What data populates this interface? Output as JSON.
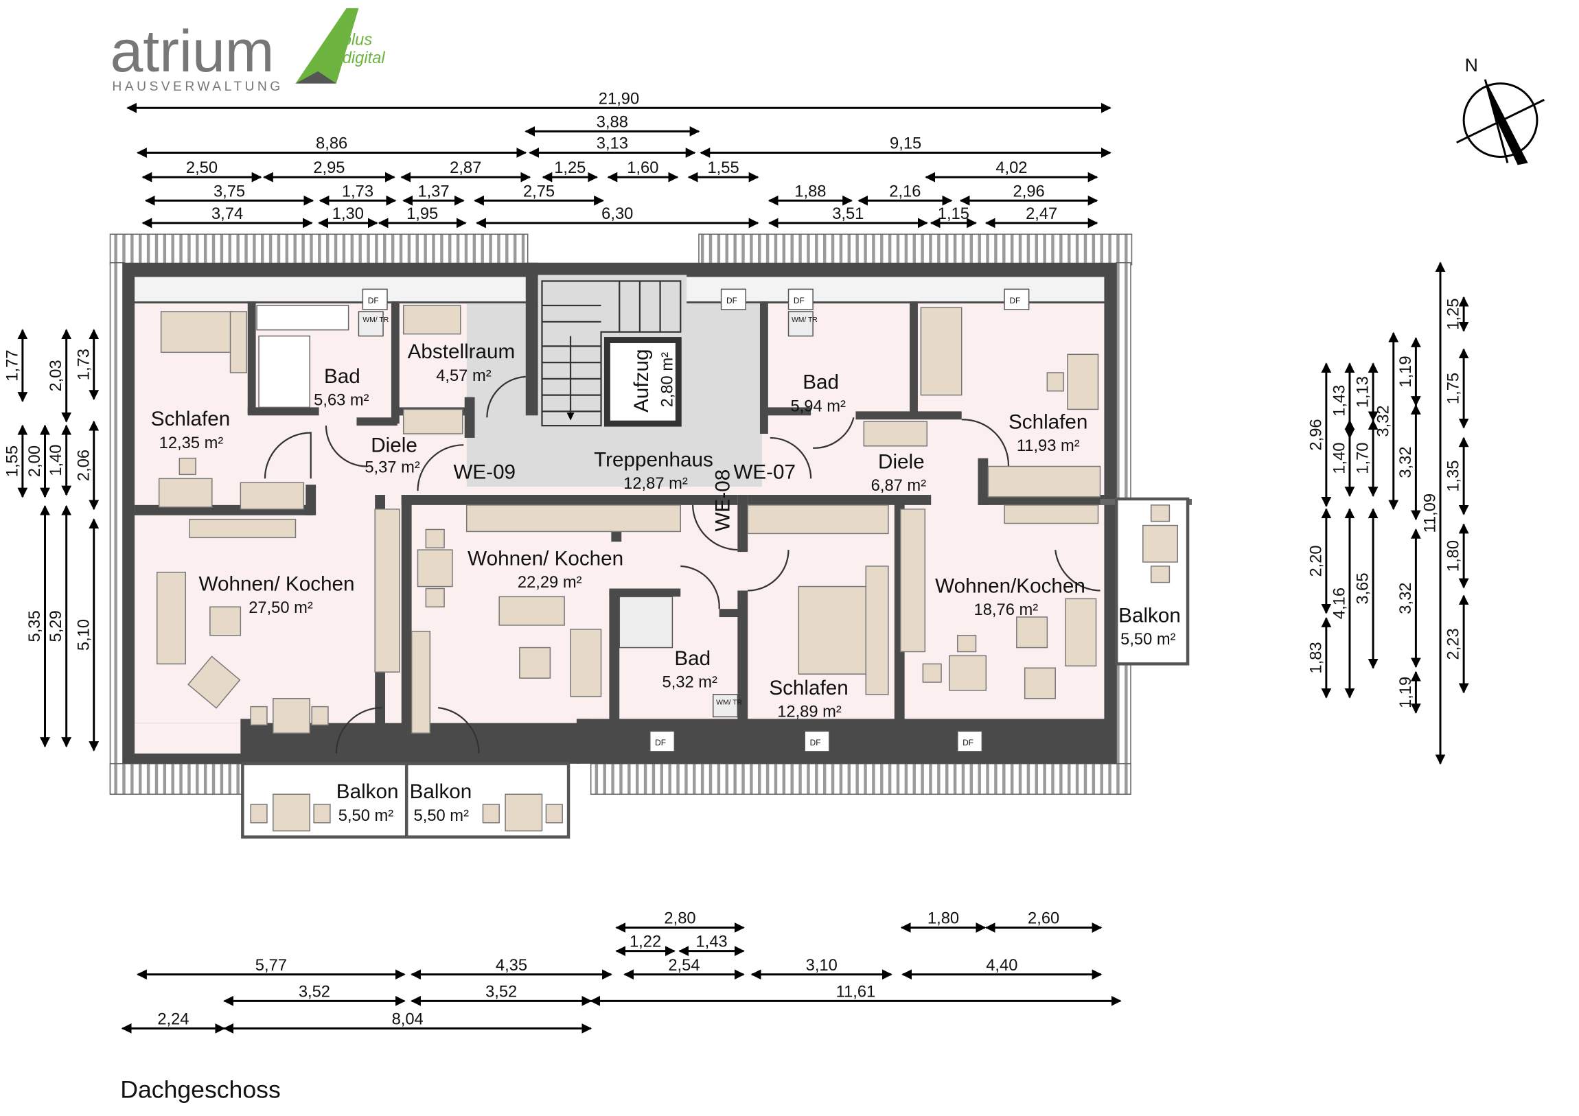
{
  "logo": {
    "name": "atrium",
    "sub": "HAUSVERWALTUNG",
    "badge_line1": "plus",
    "badge_line2": "digital",
    "green": "#6cb33f"
  },
  "compass": {
    "label": "N"
  },
  "floor_label": "Dachgeschoss",
  "units": [
    "WE-09",
    "WE-08",
    "WE-07"
  ],
  "rooms": [
    {
      "name": "Schlafen",
      "area": "12,35 m²"
    },
    {
      "name": "Bad",
      "area": "5,63 m²"
    },
    {
      "name": "Abstellraum",
      "area": "4,57 m²"
    },
    {
      "name": "Diele",
      "area": "5,37 m²"
    },
    {
      "name": "Wohnen/ Kochen",
      "area": "27,50 m²"
    },
    {
      "name": "Wohnen/ Kochen",
      "area": "22,29 m²"
    },
    {
      "name": "Treppenhaus",
      "area": "12,87 m²"
    },
    {
      "name": "Aufzug",
      "area": "2,80 m²"
    },
    {
      "name": "Bad",
      "area": "5,32 m²"
    },
    {
      "name": "Bad",
      "area": "5,94 m²"
    },
    {
      "name": "Diele",
      "area": "6,87 m²"
    },
    {
      "name": "Schlafen",
      "area": "11,93 m²"
    },
    {
      "name": "Schlafen",
      "area": "12,89 m²"
    },
    {
      "name": "Wohnen/Kochen",
      "area": "18,76 m²"
    },
    {
      "name": "Balkon",
      "area": "5,50 m²"
    },
    {
      "name": "Balkon",
      "area": "5,50 m²"
    },
    {
      "name": "Balkon",
      "area": "5,50 m²"
    }
  ],
  "symbols": {
    "roof_window": "DF",
    "washer": "WM/ TR"
  },
  "dimensions": {
    "top": [
      "21,90",
      "3,88",
      "8,86",
      "3,13",
      "9,15",
      "2,50",
      "2,95",
      "2,87",
      "1,25",
      "1,60",
      "1,55",
      "4,02",
      "3,75",
      "1,73",
      "1,37",
      "2,75",
      "1,88",
      "2,16",
      "2,96",
      "3,74",
      "1,30",
      "1,95",
      "6,30",
      "3,51",
      "1,15",
      "2,47"
    ],
    "bottom": [
      "2,80",
      "1,80",
      "2,60",
      "1,22",
      "1,43",
      "5,77",
      "4,35",
      "2,54",
      "3,10",
      "4,40",
      "3,52",
      "3,52",
      "11,61",
      "2,24",
      "8,04"
    ],
    "left": [
      "1,77",
      "2,03",
      "1,73",
      "1,55",
      "2,00",
      "1,40",
      "2,06",
      "5,35",
      "5,29",
      "5,10"
    ],
    "right": [
      "2,96",
      "1,43",
      "1,13",
      "1,40",
      "1,70",
      "2,20",
      "4,16",
      "3,65",
      "1,83",
      "3,32",
      "1,19",
      "3,32",
      "3,32",
      "1,19",
      "11,09",
      "1,25",
      "1,75",
      "1,35",
      "1,80",
      "2,23"
    ]
  }
}
